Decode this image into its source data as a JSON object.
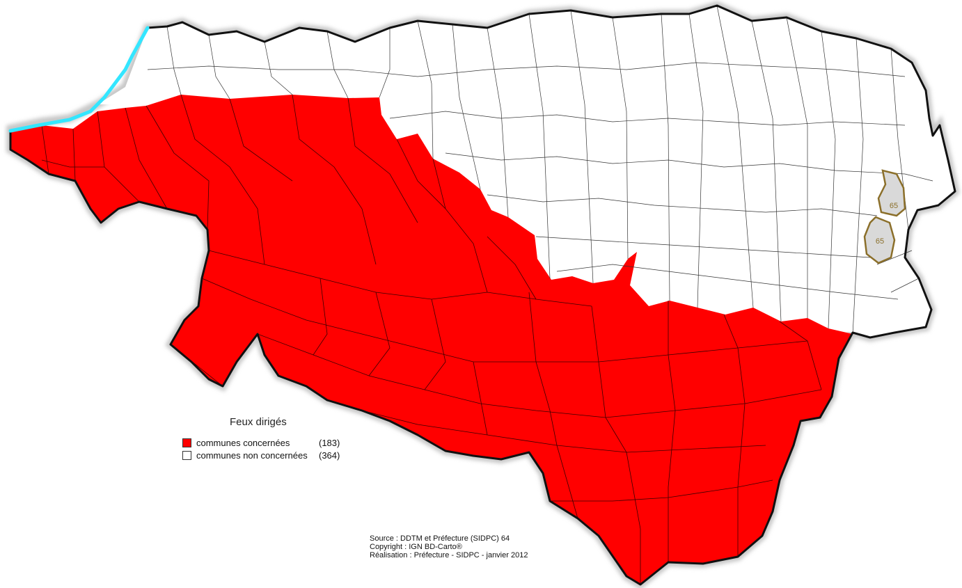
{
  "legend": {
    "title": "Feux dirigés",
    "items": [
      {
        "label": "communes concernées",
        "count": "(183)",
        "color": "#ff0000"
      },
      {
        "label": "communes non concernées",
        "count": "(364)",
        "color": "#ffffff"
      }
    ]
  },
  "enclaves": [
    {
      "label": "65"
    },
    {
      "label": "65"
    }
  ],
  "credits": {
    "source": "Source : DDTM et Préfecture (SIDPC) 64",
    "copyright": "Copyright : IGN BD-Carto®",
    "realisation": "Réalisation : Préfecture - SIDPC - janvier 2012"
  },
  "colors": {
    "concerned": "#ff0000",
    "not_concerned": "#ffffff",
    "coast": "#33e6ff",
    "border": "#111111",
    "enclave_stroke": "#8b6f2a",
    "enclave_fill": "#d9d9d9"
  }
}
